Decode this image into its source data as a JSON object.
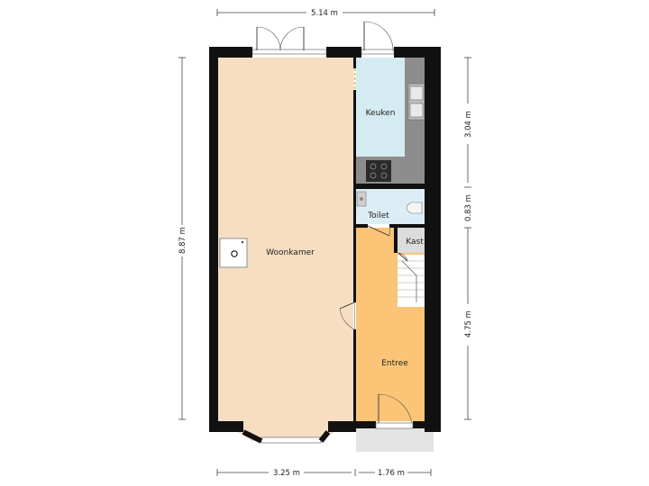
{
  "colors": {
    "wall": "#111111",
    "living": "#f7dec3",
    "kitchen": "#d4ebf1",
    "toilet": "#dcedf5",
    "hall": "#fbc477",
    "storage": "#dcdcdc",
    "counter": "#8d8d8d",
    "doorstep": "#e3e3e3"
  },
  "rooms": {
    "living": "Woonkamer",
    "kitchen": "Keuken",
    "toilet": "Toilet",
    "storage": "Kast",
    "hall": "Entree"
  },
  "dimensions": {
    "top_width": "5.14 m",
    "left_height": "8.87 m",
    "right_kitchen": "3.04 m",
    "right_toilet": "0.83 m",
    "right_hall": "4.75 m",
    "bottom_living": "3.25 m",
    "bottom_hall": "1.76 m"
  }
}
